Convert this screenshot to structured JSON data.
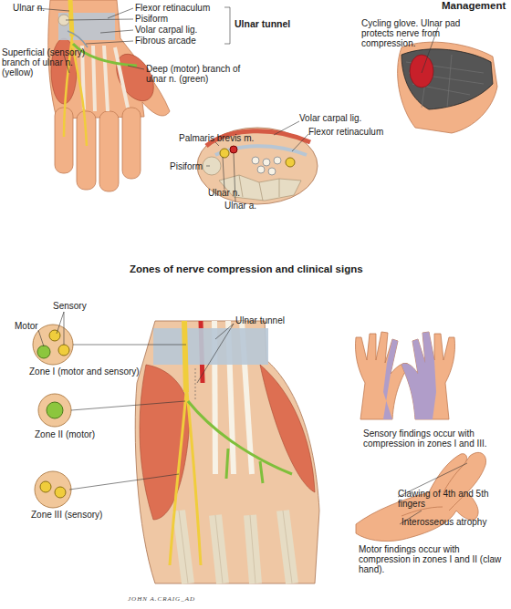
{
  "diagram": {
    "labels": [
      "Ulnar n.",
      "Flexor retinaculum",
      "Pisiform",
      "Volar carpal lig.",
      "Fibrous arcade",
      "Ulnar tunnel",
      "Superficial (sensory) branch of ulnar n. (yellow)",
      "Deep (motor) branch of ulnar n. (green)",
      "Management",
      "Cycling glove. Ulnar pad protects nerve from compression.",
      "Palmaris brevis m.",
      "Volar carpal lig.",
      "Flexor retinaculum",
      "Pisiform",
      "Ulnar n.",
      "Ulnar a.",
      "Zones of nerve compression and clinical signs",
      "Sensory",
      "Motor",
      "Zone I (motor and sensory)",
      "Zone II (motor)",
      "Zone III (sensory)",
      "Ulnar tunnel",
      "Sensory findings occur with compression in zones I and III.",
      "Clawing of 4th and 5th fingers",
      "Interosseous atrophy",
      "Motor findings occur with compression in zones I and II (claw hand).",
      "JOHN A.CRAIG_AD"
    ]
  }
}
